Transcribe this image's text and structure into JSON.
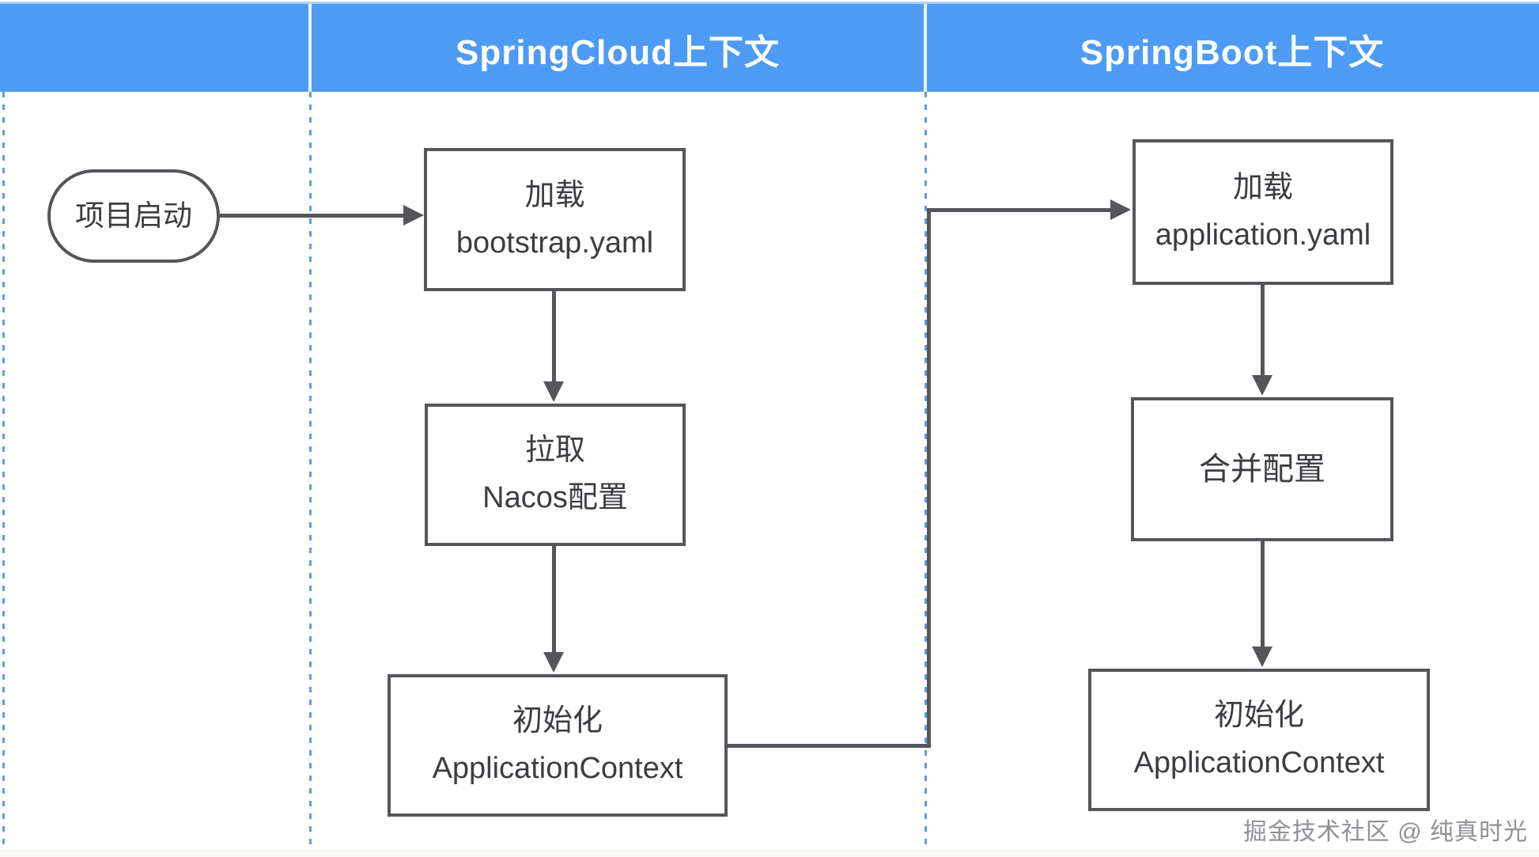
{
  "header": {
    "lanes": [
      {
        "label": ""
      },
      {
        "label": "SpringCloud上下文"
      },
      {
        "label": "SpringBoot上下文"
      }
    ]
  },
  "diagram": {
    "start_node": {
      "label": "项目启动"
    },
    "cloud_lane": {
      "load_bootstrap": {
        "line1": "加载",
        "line2": "bootstrap.yaml"
      },
      "pull_nacos": {
        "line1": "拉取",
        "line2": "Nacos配置"
      },
      "init_context": {
        "line1": "初始化",
        "line2": "ApplicationContext"
      }
    },
    "boot_lane": {
      "load_application": {
        "line1": "加载",
        "line2": "application.yaml"
      },
      "merge_config": {
        "line1": "合并配置"
      },
      "init_context": {
        "line1": "初始化",
        "line2": "ApplicationContext"
      }
    }
  },
  "watermark": {
    "text": "掘金技术社区 @ 纯真时光"
  },
  "colors": {
    "header_blue": "#4d9bf5",
    "header_top_highlight": "#a9d2f8",
    "line_gray": "#54565a",
    "lane_dotted_blue": "#5f9ce2",
    "box_text": "#3b3d41",
    "watermark_gray": "#8f9195"
  }
}
